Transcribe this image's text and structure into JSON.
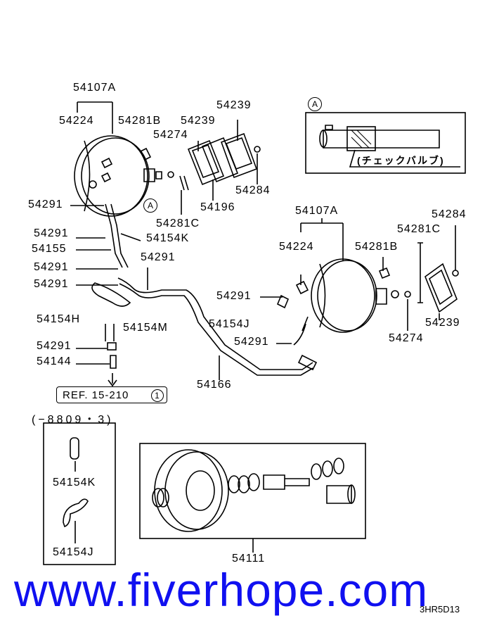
{
  "labels": [
    "54107A",
    "54224",
    "54281B",
    "54239",
    "54239",
    "54274",
    "54284",
    "54196",
    "54281C",
    "54291",
    "54291",
    "54154K",
    "54155",
    "54291",
    "54291",
    "54291",
    "54154H",
    "54154M",
    "54154J",
    "54291",
    "54291",
    "54291",
    "54144",
    "54166",
    "54107A",
    "54224",
    "54281B",
    "54281C",
    "54284",
    "54274",
    "54239",
    "54154K",
    "54154J",
    "54111"
  ],
  "detail_marker": "A",
  "detail_caption": "(チェックバルブ)",
  "reference": {
    "text": "REF. 15-210",
    "circled": "1"
  },
  "range_note": "(−8809・3)",
  "diagram_code": "3HR5D13",
  "watermark": "www.fiverhope.com",
  "colors": {
    "watermark": "#1010f0",
    "line": "#000000"
  }
}
